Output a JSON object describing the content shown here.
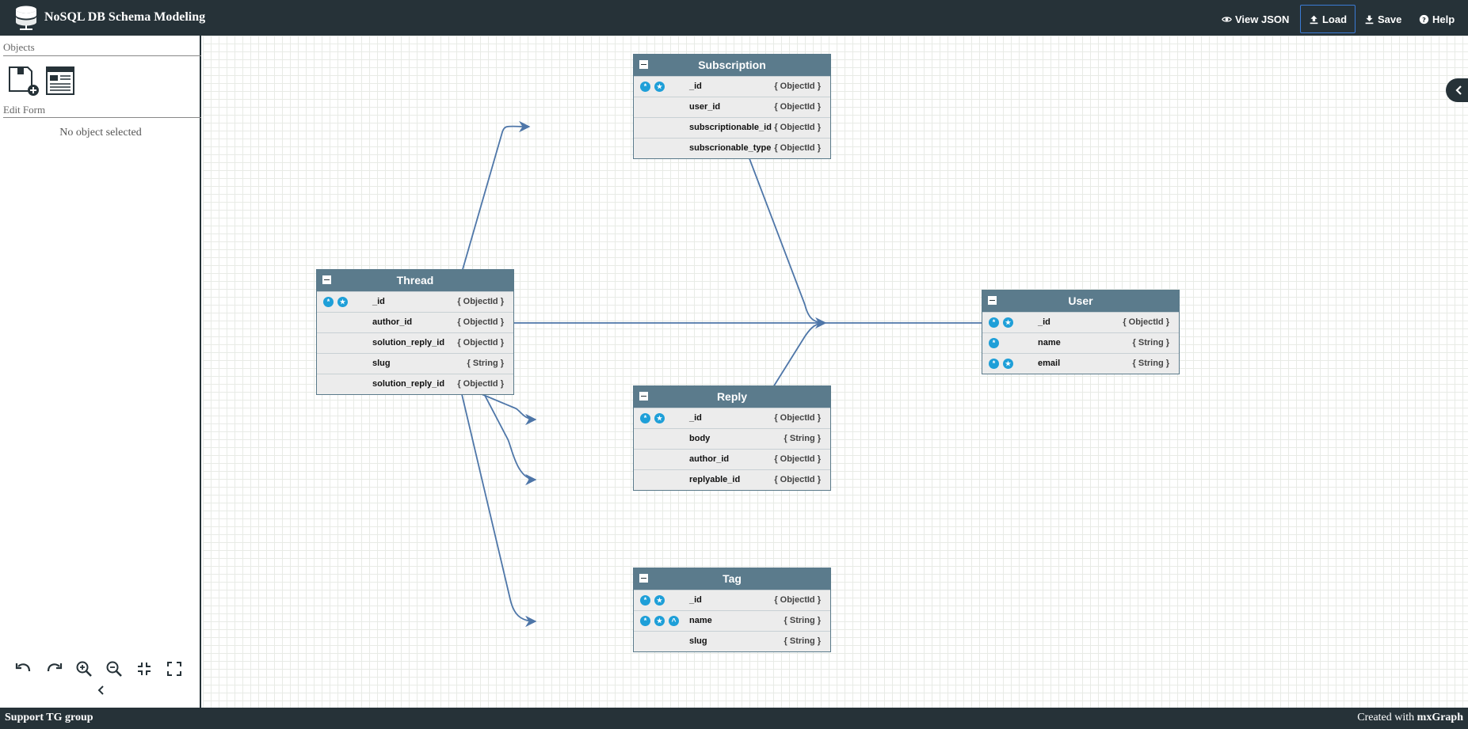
{
  "app": {
    "title": "NoSQL DB Schema Modeling"
  },
  "toolbar": {
    "view_json": "View JSON",
    "load": "Load",
    "save": "Save",
    "help": "Help"
  },
  "sidebar": {
    "objects_title": "Objects",
    "edit_form_title": "Edit Form",
    "no_selection": "No object selected",
    "object_icons": [
      "add-collection-icon",
      "add-document-icon"
    ],
    "tools": [
      "undo-icon",
      "redo-icon",
      "zoom-in-icon",
      "zoom-out-icon",
      "fit-icon",
      "fullscreen-icon"
    ]
  },
  "tables": {
    "subscription": {
      "title": "Subscription",
      "rows": [
        {
          "name": "_id",
          "type": "{ ObjectId }",
          "icons": [
            "key",
            "index"
          ]
        },
        {
          "name": "user_id",
          "type": "{ ObjectId }",
          "icons": []
        },
        {
          "name": "subscriptionable_id",
          "type": "{ ObjectId }",
          "icons": []
        },
        {
          "name": "subscrionable_type",
          "type": "{ ObjectId }",
          "icons": []
        }
      ]
    },
    "thread": {
      "title": "Thread",
      "rows": [
        {
          "name": "_id",
          "type": "{ ObjectId }",
          "icons": [
            "key",
            "index"
          ]
        },
        {
          "name": "author_id",
          "type": "{ ObjectId }",
          "icons": []
        },
        {
          "name": "solution_reply_id",
          "type": "{ ObjectId }",
          "icons": []
        },
        {
          "name": "slug",
          "type": "{ String }",
          "icons": []
        },
        {
          "name": "solution_reply_id",
          "type": "{ ObjectId }",
          "icons": []
        }
      ]
    },
    "user": {
      "title": "User",
      "rows": [
        {
          "name": "_id",
          "type": "{ ObjectId }",
          "icons": [
            "key",
            "index"
          ]
        },
        {
          "name": "name",
          "type": "{ String }",
          "icons": [
            "key"
          ]
        },
        {
          "name": "email",
          "type": "{ String }",
          "icons": [
            "key",
            "index"
          ]
        }
      ]
    },
    "reply": {
      "title": "Reply",
      "rows": [
        {
          "name": "_id",
          "type": "{ ObjectId }",
          "icons": [
            "key",
            "index"
          ]
        },
        {
          "name": "body",
          "type": "{ String }",
          "icons": []
        },
        {
          "name": "author_id",
          "type": "{ ObjectId }",
          "icons": []
        },
        {
          "name": "replyable_id",
          "type": "{ ObjectId }",
          "icons": []
        }
      ]
    },
    "tag": {
      "title": "Tag",
      "rows": [
        {
          "name": "_id",
          "type": "{ ObjectId }",
          "icons": [
            "key",
            "index"
          ]
        },
        {
          "name": "name",
          "type": "{ String }",
          "icons": [
            "key",
            "index",
            "up"
          ]
        },
        {
          "name": "slug",
          "type": "{ String }",
          "icons": []
        }
      ]
    }
  },
  "colors": {
    "topbar": "#263238",
    "table_header": "#5b7b8c",
    "edge": "#4e76a8",
    "icon_badge": "#1e9fd8"
  },
  "footer": {
    "left": "Support TG group",
    "right_prefix": "Created with",
    "right_brand": "mxGraph"
  }
}
